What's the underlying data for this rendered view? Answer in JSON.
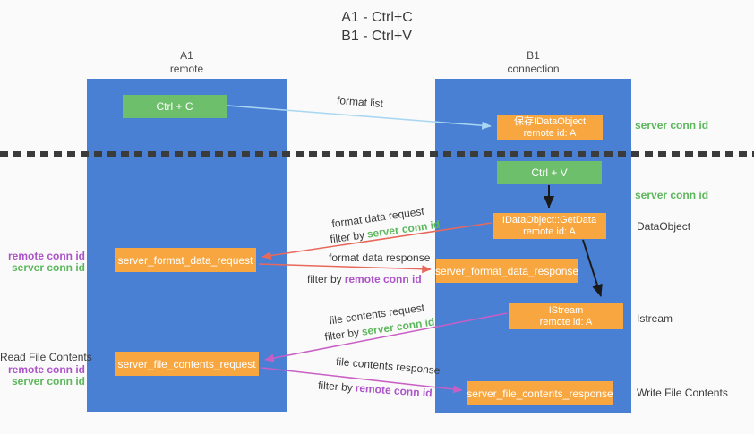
{
  "title": {
    "line1": "A1 - Ctrl+C",
    "line2": "B1 - Ctrl+V"
  },
  "lanes": {
    "a1": {
      "label": "A1",
      "sublabel": "remote"
    },
    "b1": {
      "label": "B1",
      "sublabel": "connection"
    }
  },
  "nodes": {
    "ctrl_c": {
      "label": "Ctrl + C"
    },
    "ctrl_v": {
      "label": "Ctrl + V"
    },
    "save_dataobject": {
      "line1": "保存IDataObject",
      "line2": "remote id: A"
    },
    "getdata": {
      "line1": "IDataObject::GetData",
      "line2": "remote id: A"
    },
    "istream": {
      "line1": "IStream",
      "line2": "remote id: A"
    },
    "format_request": {
      "label": "server_format_data_request"
    },
    "format_response": {
      "label": "server_format_data_response"
    },
    "file_request": {
      "label": "server_file_contents_request"
    },
    "file_response": {
      "label": "server_file_contents_response"
    }
  },
  "left_labels": {
    "format": {
      "remote_conn_id": "remote conn id",
      "server_conn_id": "server conn id"
    },
    "file": {
      "title": "Read File Contents",
      "remote_conn_id": "remote conn id",
      "server_conn_id": "server conn id"
    }
  },
  "right_labels": {
    "server_conn_id_top": "server conn id",
    "server_conn_id_mid": "server conn id",
    "dataobject": "DataObject",
    "istream": "Istream",
    "write_file_contents": "Write File Contents"
  },
  "arrow_labels": {
    "format_list": "format list",
    "format_data_request": "format data request",
    "filter_format_request": {
      "prefix": "filter by",
      "value": "server conn id"
    },
    "format_data_response": "format data response",
    "filter_format_response": {
      "prefix": "filter by",
      "value": "remote conn id"
    },
    "file_contents_request": "file contents request",
    "filter_file_request": {
      "prefix": "filter by",
      "value": "server conn id"
    },
    "file_contents_response": "file contents response",
    "filter_file_response": {
      "prefix": "filter by",
      "value": "remote conn id"
    }
  },
  "colors": {
    "lane_blue": "#4a80d4",
    "node_green": "#6ebf6c",
    "node_orange": "#f7a640",
    "label_green": "#5cb85c",
    "label_purple": "#ad54c9",
    "arrow_red": "#e7695b",
    "arrow_magenta": "#c95fc5",
    "arrow_lightblue": "#a9d7f2",
    "arrow_black": "#1a1a1a"
  }
}
